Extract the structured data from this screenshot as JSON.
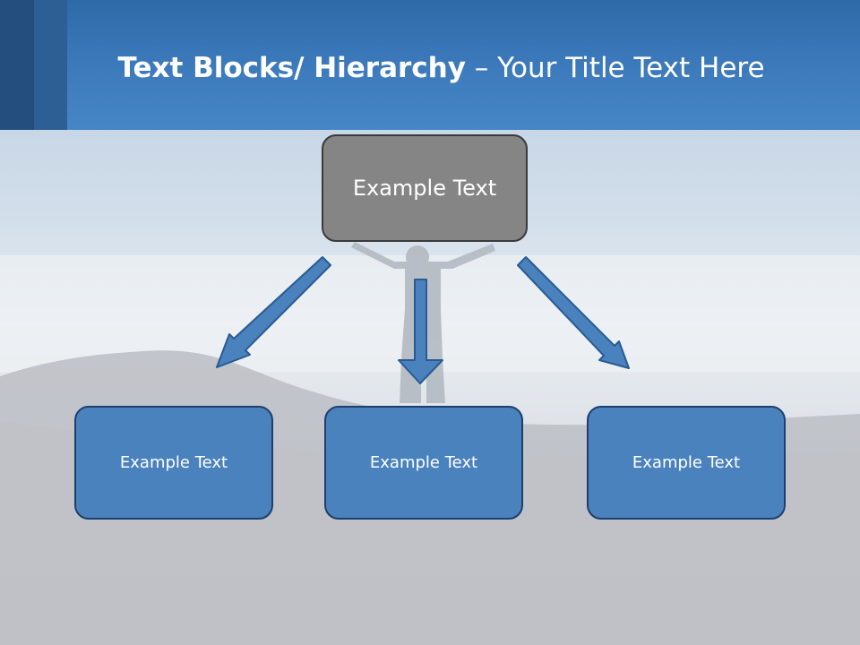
{
  "slide": {
    "title_bold": "Text Blocks/ Hierarchy",
    "title_rest": " – Your Title Text Here"
  },
  "hierarchy": {
    "top": {
      "label": "Example Text"
    },
    "children": [
      {
        "label": "Example Text"
      },
      {
        "label": "Example Text"
      },
      {
        "label": "Example Text"
      }
    ]
  },
  "colors": {
    "header": "#3d7bbd",
    "top_box": "#858585",
    "child_box": "#4a82be",
    "arrow": "#4a82be"
  }
}
